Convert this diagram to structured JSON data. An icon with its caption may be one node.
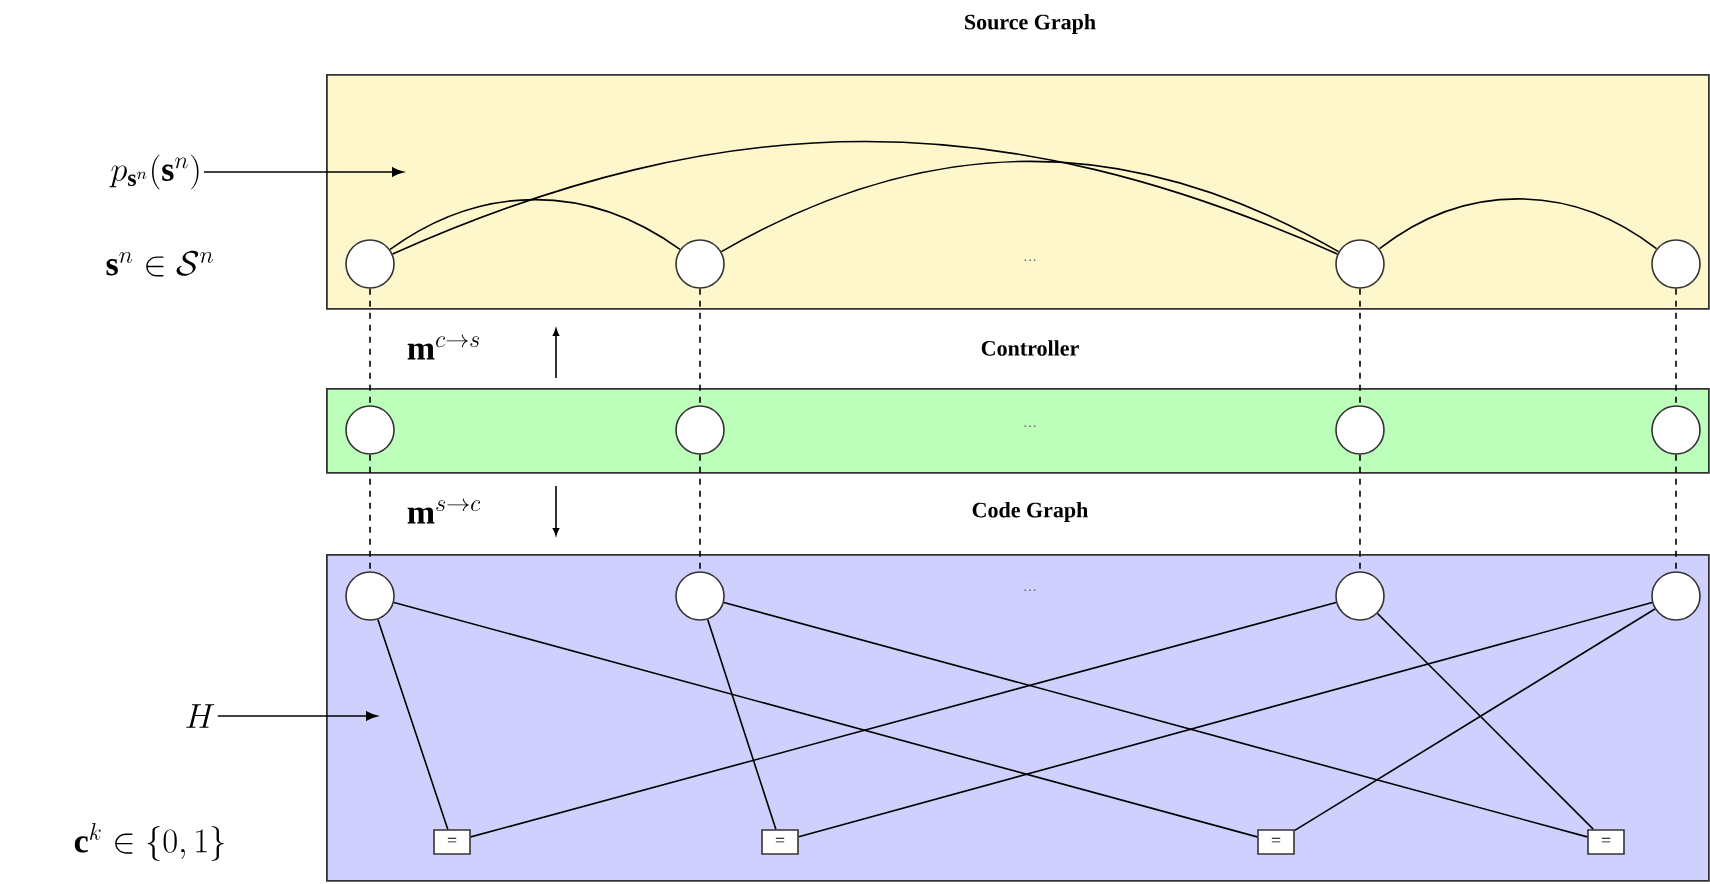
{
  "diagram": {
    "nodes": [
      {
        "text": [
          "Source Graph",
          "⋯"
        ]
      },
      {
        "text": [
          "Controller",
          "⋯"
        ]
      },
      {
        "text": [
          "Code Graph",
          "⋯"
        ]
      },
      {
        "text": [],
        "shape": "circle",
        "in": 0
      },
      {
        "text": [],
        "shape": "circle",
        "in": 0
      },
      {
        "text": [],
        "shape": "circle",
        "in": 0
      },
      {
        "text": [],
        "shape": "circle",
        "in": 0
      },
      {
        "text": [],
        "shape": "circle",
        "in": 1
      },
      {
        "text": [],
        "shape": "circle",
        "in": 1
      },
      {
        "text": [],
        "shape": "circle",
        "in": 1
      },
      {
        "text": [],
        "shape": "circle",
        "in": 1
      },
      {
        "text": [],
        "shape": "circle",
        "in": 2
      },
      {
        "text": [],
        "shape": "circle",
        "in": 2
      },
      {
        "text": [],
        "shape": "circle",
        "in": 2
      },
      {
        "text": [],
        "shape": "circle",
        "in": 2
      },
      {
        "text": [
          "="
        ],
        "in": 2
      },
      {
        "text": [
          "="
        ],
        "in": 2
      },
      {
        "text": [
          "="
        ],
        "in": 2
      },
      {
        "text": [
          "="
        ],
        "in": 2
      },
      {
        "text": [
          "p_{\\mathbf{s}^n}(\\mathbf{s}^n)"
        ]
      },
      {
        "text": [
          "H"
        ]
      }
    ],
    "edges": [
      {
        "from": 3,
        "to": 4,
        "arrow": "none"
      },
      {
        "from": 3,
        "to": 5,
        "arrow": "none"
      },
      {
        "from": 4,
        "to": 5,
        "arrow": "none"
      },
      {
        "from": 5,
        "to": 6,
        "arrow": "none"
      },
      {
        "from": 3,
        "to": 7,
        "arrow": "none",
        "style": "dashed"
      },
      {
        "from": 4,
        "to": 8,
        "arrow": "none",
        "style": "dashed"
      },
      {
        "from": 5,
        "to": 9,
        "arrow": "none",
        "style": "dashed"
      },
      {
        "from": 6,
        "to": 10,
        "arrow": "none",
        "style": "dashed"
      },
      {
        "from": 7,
        "to": 11,
        "arrow": "none",
        "style": "dashed"
      },
      {
        "from": 8,
        "to": 12,
        "arrow": "none",
        "style": "dashed"
      },
      {
        "from": 9,
        "to": 13,
        "arrow": "none",
        "style": "dashed"
      },
      {
        "from": 10,
        "to": 14,
        "arrow": "none",
        "style": "dashed"
      },
      {
        "from": 11,
        "to": 15,
        "arrow": "none"
      },
      {
        "from": 11,
        "to": 17,
        "arrow": "none"
      },
      {
        "from": 12,
        "to": 16,
        "arrow": "none"
      },
      {
        "from": 12,
        "to": 18,
        "arrow": "none"
      },
      {
        "from": 13,
        "to": 15,
        "arrow": "none"
      },
      {
        "from": 13,
        "to": 18,
        "arrow": "none"
      },
      {
        "from": 14,
        "to": 16,
        "arrow": "none"
      },
      {
        "from": 14,
        "to": 17,
        "arrow": "none"
      },
      {
        "from": 19,
        "to": null,
        "arrow": "to"
      },
      {
        "from": 20,
        "to": null,
        "arrow": "to"
      }
    ],
    "labels": [
      "\\mathbf{s}^n \\in \\mathcal{S}^n",
      "\\mathbf{m}^{c\\to s}",
      "\\mathbf{m}^{s\\to c}",
      "\\mathbf{c}^k \\in \\{0,1\\}"
    ]
  }
}
